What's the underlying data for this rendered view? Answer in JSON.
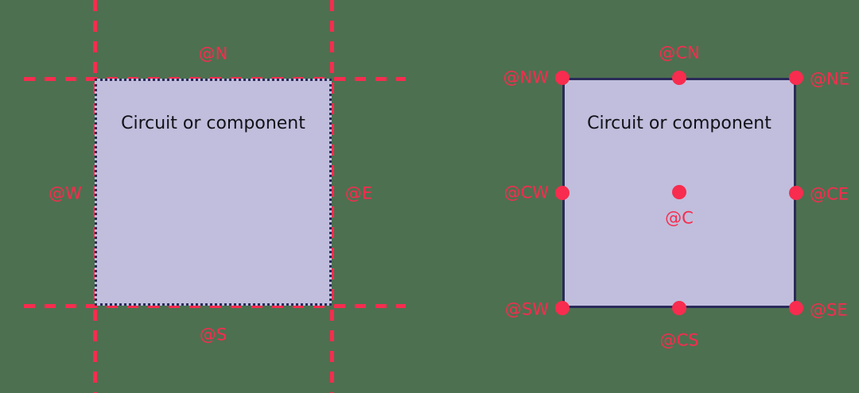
{
  "diagram": {
    "background_color": "#4d7050",
    "box_fill_color": "#c0bedc",
    "box_border_color": "#2a2a5a",
    "anchor_color": "#f72c4e",
    "panels": [
      {
        "id": "left",
        "style": "dashed-guide-lines",
        "box_label": "Circuit or component",
        "labels": [
          {
            "name": "n",
            "text": "@N"
          },
          {
            "name": "w",
            "text": "@W"
          },
          {
            "name": "e",
            "text": "@E"
          },
          {
            "name": "s",
            "text": "@S"
          }
        ]
      },
      {
        "id": "right",
        "style": "anchor-points",
        "box_label": "Circuit or component",
        "labels": [
          {
            "name": "nw",
            "text": "@NW"
          },
          {
            "name": "cn",
            "text": "@CN"
          },
          {
            "name": "ne",
            "text": "@NE"
          },
          {
            "name": "cw",
            "text": "@CW"
          },
          {
            "name": "c",
            "text": "@C"
          },
          {
            "name": "ce",
            "text": "@CE"
          },
          {
            "name": "sw",
            "text": "@SW"
          },
          {
            "name": "cs",
            "text": "@CS"
          },
          {
            "name": "se",
            "text": "@SE"
          }
        ]
      }
    ]
  }
}
